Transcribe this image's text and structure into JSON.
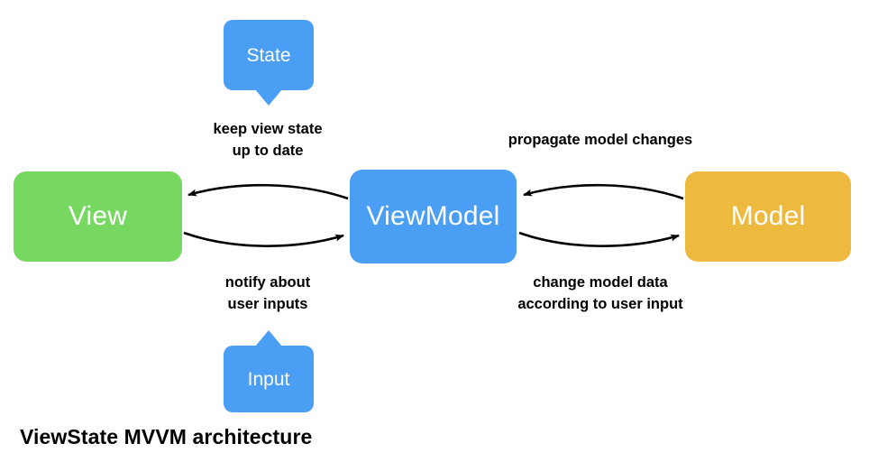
{
  "diagram": {
    "caption": "ViewState MVVM architecture",
    "background_color": "#ffffff",
    "text_color": "#000000"
  },
  "nodes": [
    {
      "id": "view",
      "label": "View",
      "color": "#76d761",
      "shape": "rounded-rect"
    },
    {
      "id": "viewmodel",
      "label": "ViewModel",
      "color": "#4a9ff5",
      "shape": "rounded-rect"
    },
    {
      "id": "model",
      "label": "Model",
      "color": "#eeb93f",
      "shape": "rounded-rect"
    }
  ],
  "callouts": [
    {
      "id": "state",
      "label": "State",
      "color": "#4a9ff5",
      "tail": "down"
    },
    {
      "id": "input",
      "label": "Input",
      "color": "#4a9ff5",
      "tail": "up"
    }
  ],
  "edges": [
    {
      "id": "viewmodel-to-view",
      "from": "ViewModel",
      "to": "View",
      "direction": "left",
      "label": "keep view state\nup to date",
      "color": "#000000"
    },
    {
      "id": "view-to-viewmodel",
      "from": "View",
      "to": "ViewModel",
      "direction": "right",
      "label": "notify about\nuser inputs",
      "color": "#000000"
    },
    {
      "id": "model-to-viewmodel",
      "from": "Model",
      "to": "ViewModel",
      "direction": "left",
      "label": "propagate model changes",
      "color": "#000000"
    },
    {
      "id": "viewmodel-to-model",
      "from": "ViewModel",
      "to": "Model",
      "direction": "right",
      "label": "change model data\naccording to user input",
      "color": "#000000"
    }
  ]
}
